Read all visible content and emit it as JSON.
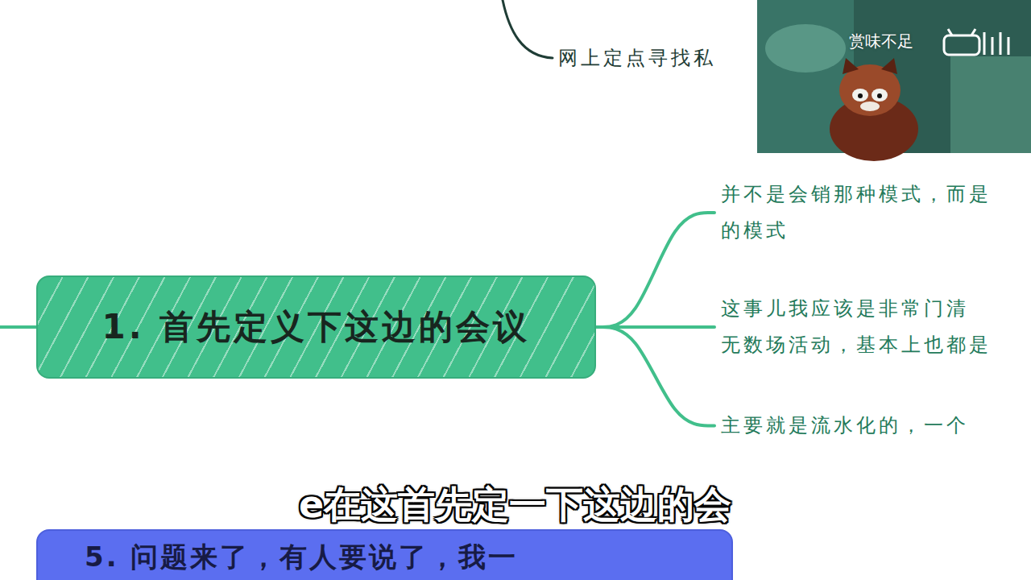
{
  "diagram": {
    "nodes": [
      {
        "text": [
          "网上定点寻找私"
        ]
      },
      {
        "text": [
          "1. 首先定义下这边的会议"
        ]
      },
      {
        "text": [
          "并不是会销那种模式，而是 的模式"
        ]
      },
      {
        "text": [
          "这事儿我应该是非常门清 无数场活动，基本上也都是"
        ]
      },
      {
        "text": [
          "主要就是流水化的，一个"
        ]
      },
      {
        "text": [
          "5. 问题来了，有人要说了，我一"
        ]
      }
    ],
    "edges": [
      {
        "from": 1,
        "to": 2,
        "arrow": "none"
      },
      {
        "from": 1,
        "to": 3,
        "arrow": "none"
      },
      {
        "from": 1,
        "to": 4,
        "arrow": "none"
      }
    ],
    "labels": [
      "赏味不足",
      "e在这首先定一下这边的会"
    ]
  }
}
